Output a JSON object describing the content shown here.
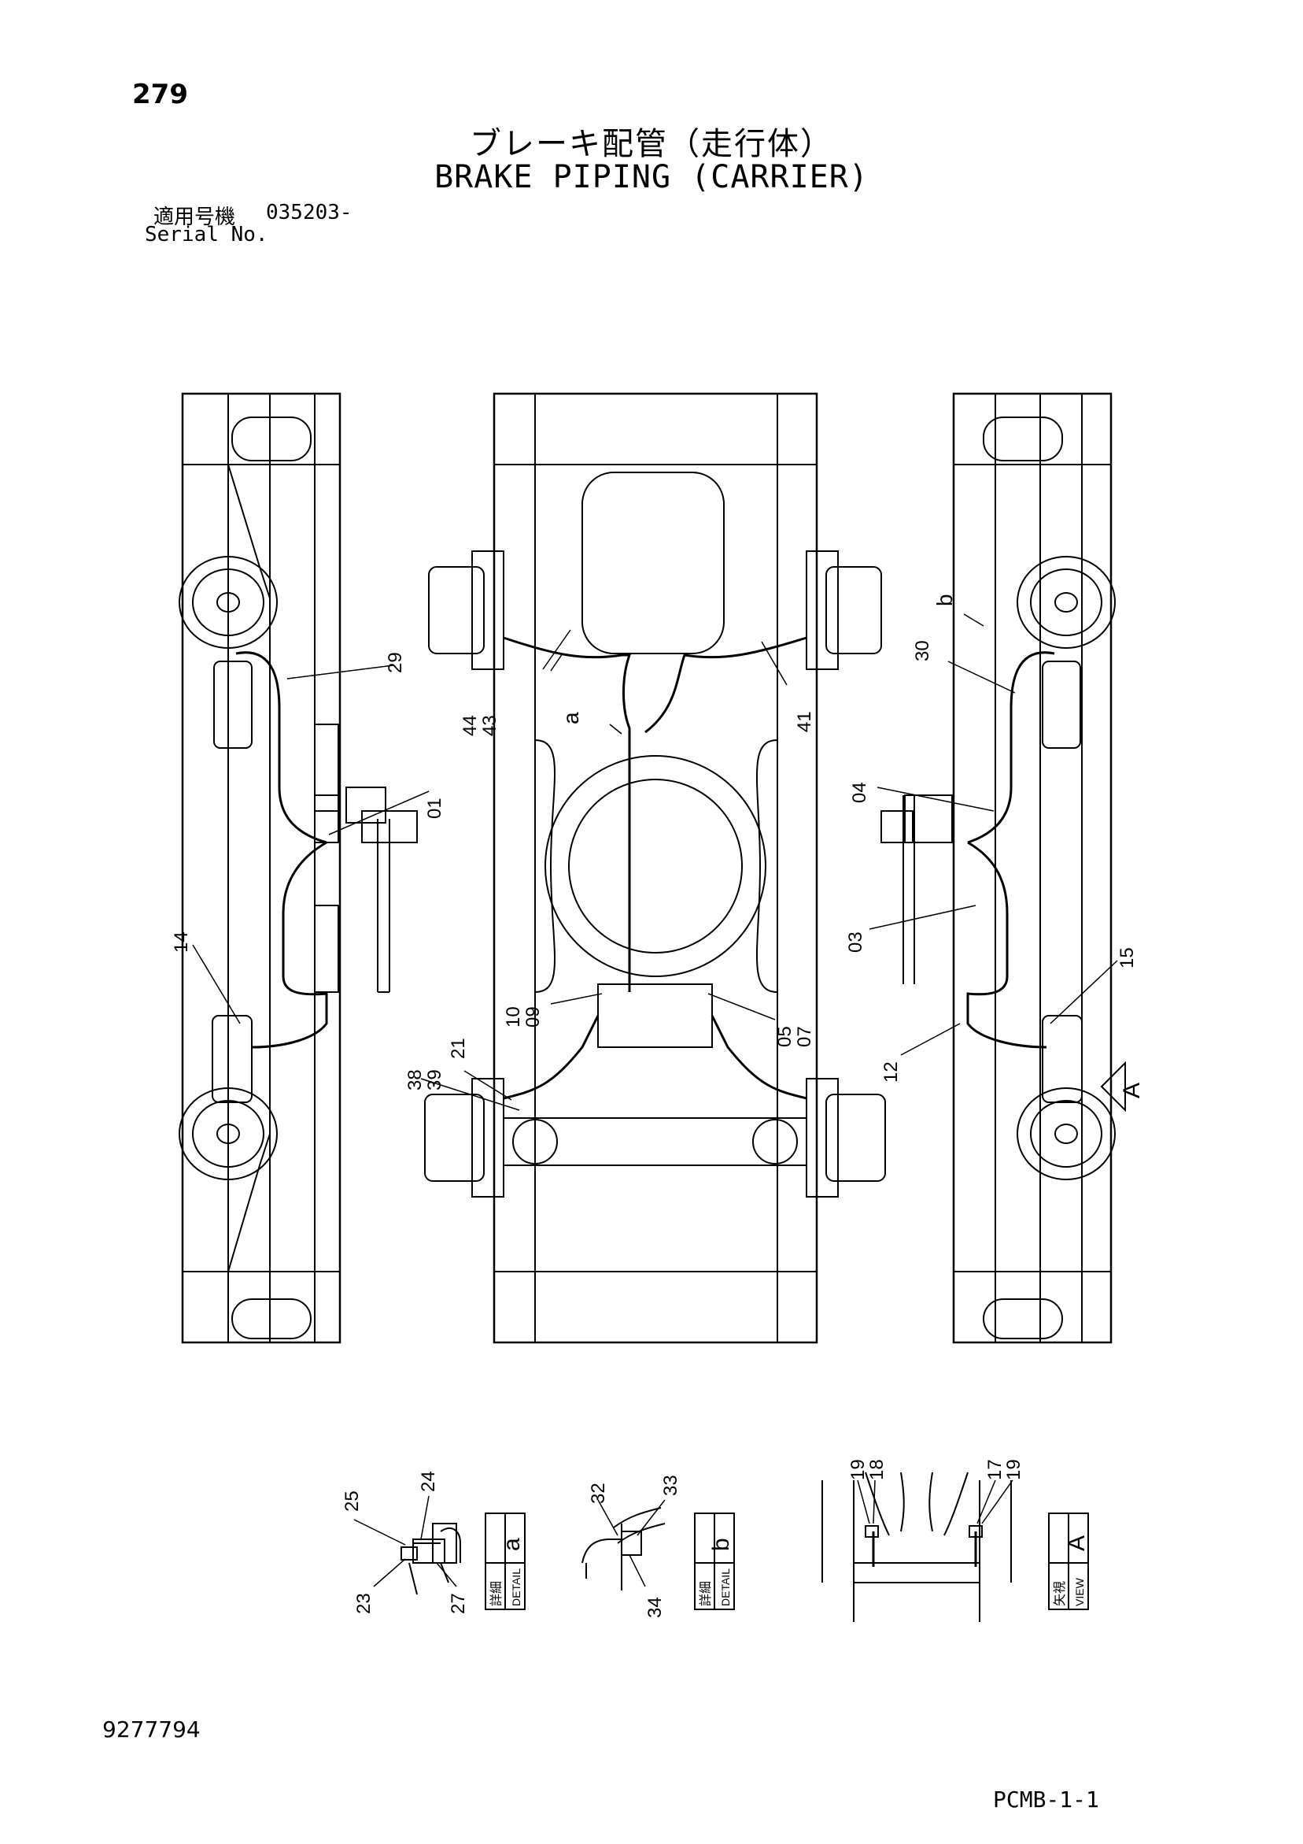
{
  "header": {
    "page_number": "279",
    "title_jp": "ブレーキ配管（走行体）",
    "title_en": "BRAKE PIPING (CARRIER)",
    "serial_label_jp": "適用号機",
    "serial_value": "035203-",
    "serial_label_en": "Serial No."
  },
  "callouts": {
    "c01": "01",
    "c03": "03",
    "c04": "04",
    "c05": "05",
    "c07": "07",
    "c09": "09",
    "c10": "10",
    "c12": "12",
    "c14": "14",
    "c15": "15",
    "c21": "21",
    "c29": "29",
    "c30": "30",
    "c38": "38",
    "c39": "39",
    "c41": "41",
    "c43": "43",
    "c44": "44",
    "d17": "17",
    "d18": "18",
    "d19a": "19",
    "d19b": "19",
    "d23": "23",
    "d24": "24",
    "d25": "25",
    "d27": "27",
    "d32": "32",
    "d33": "33",
    "d34": "34"
  },
  "markers": {
    "a": "a",
    "b": "b",
    "view_arrow": "A"
  },
  "detail_boxes": {
    "a": {
      "jp": "詳細",
      "en": "DETAIL",
      "letter": "a"
    },
    "b": {
      "jp": "詳細",
      "en": "DETAIL",
      "letter": "b"
    },
    "view": {
      "jp": "矢視",
      "en": "VIEW",
      "letter": "A"
    }
  },
  "footer": {
    "doc_number": "9277794",
    "page_code": "PCMB-1-1"
  }
}
